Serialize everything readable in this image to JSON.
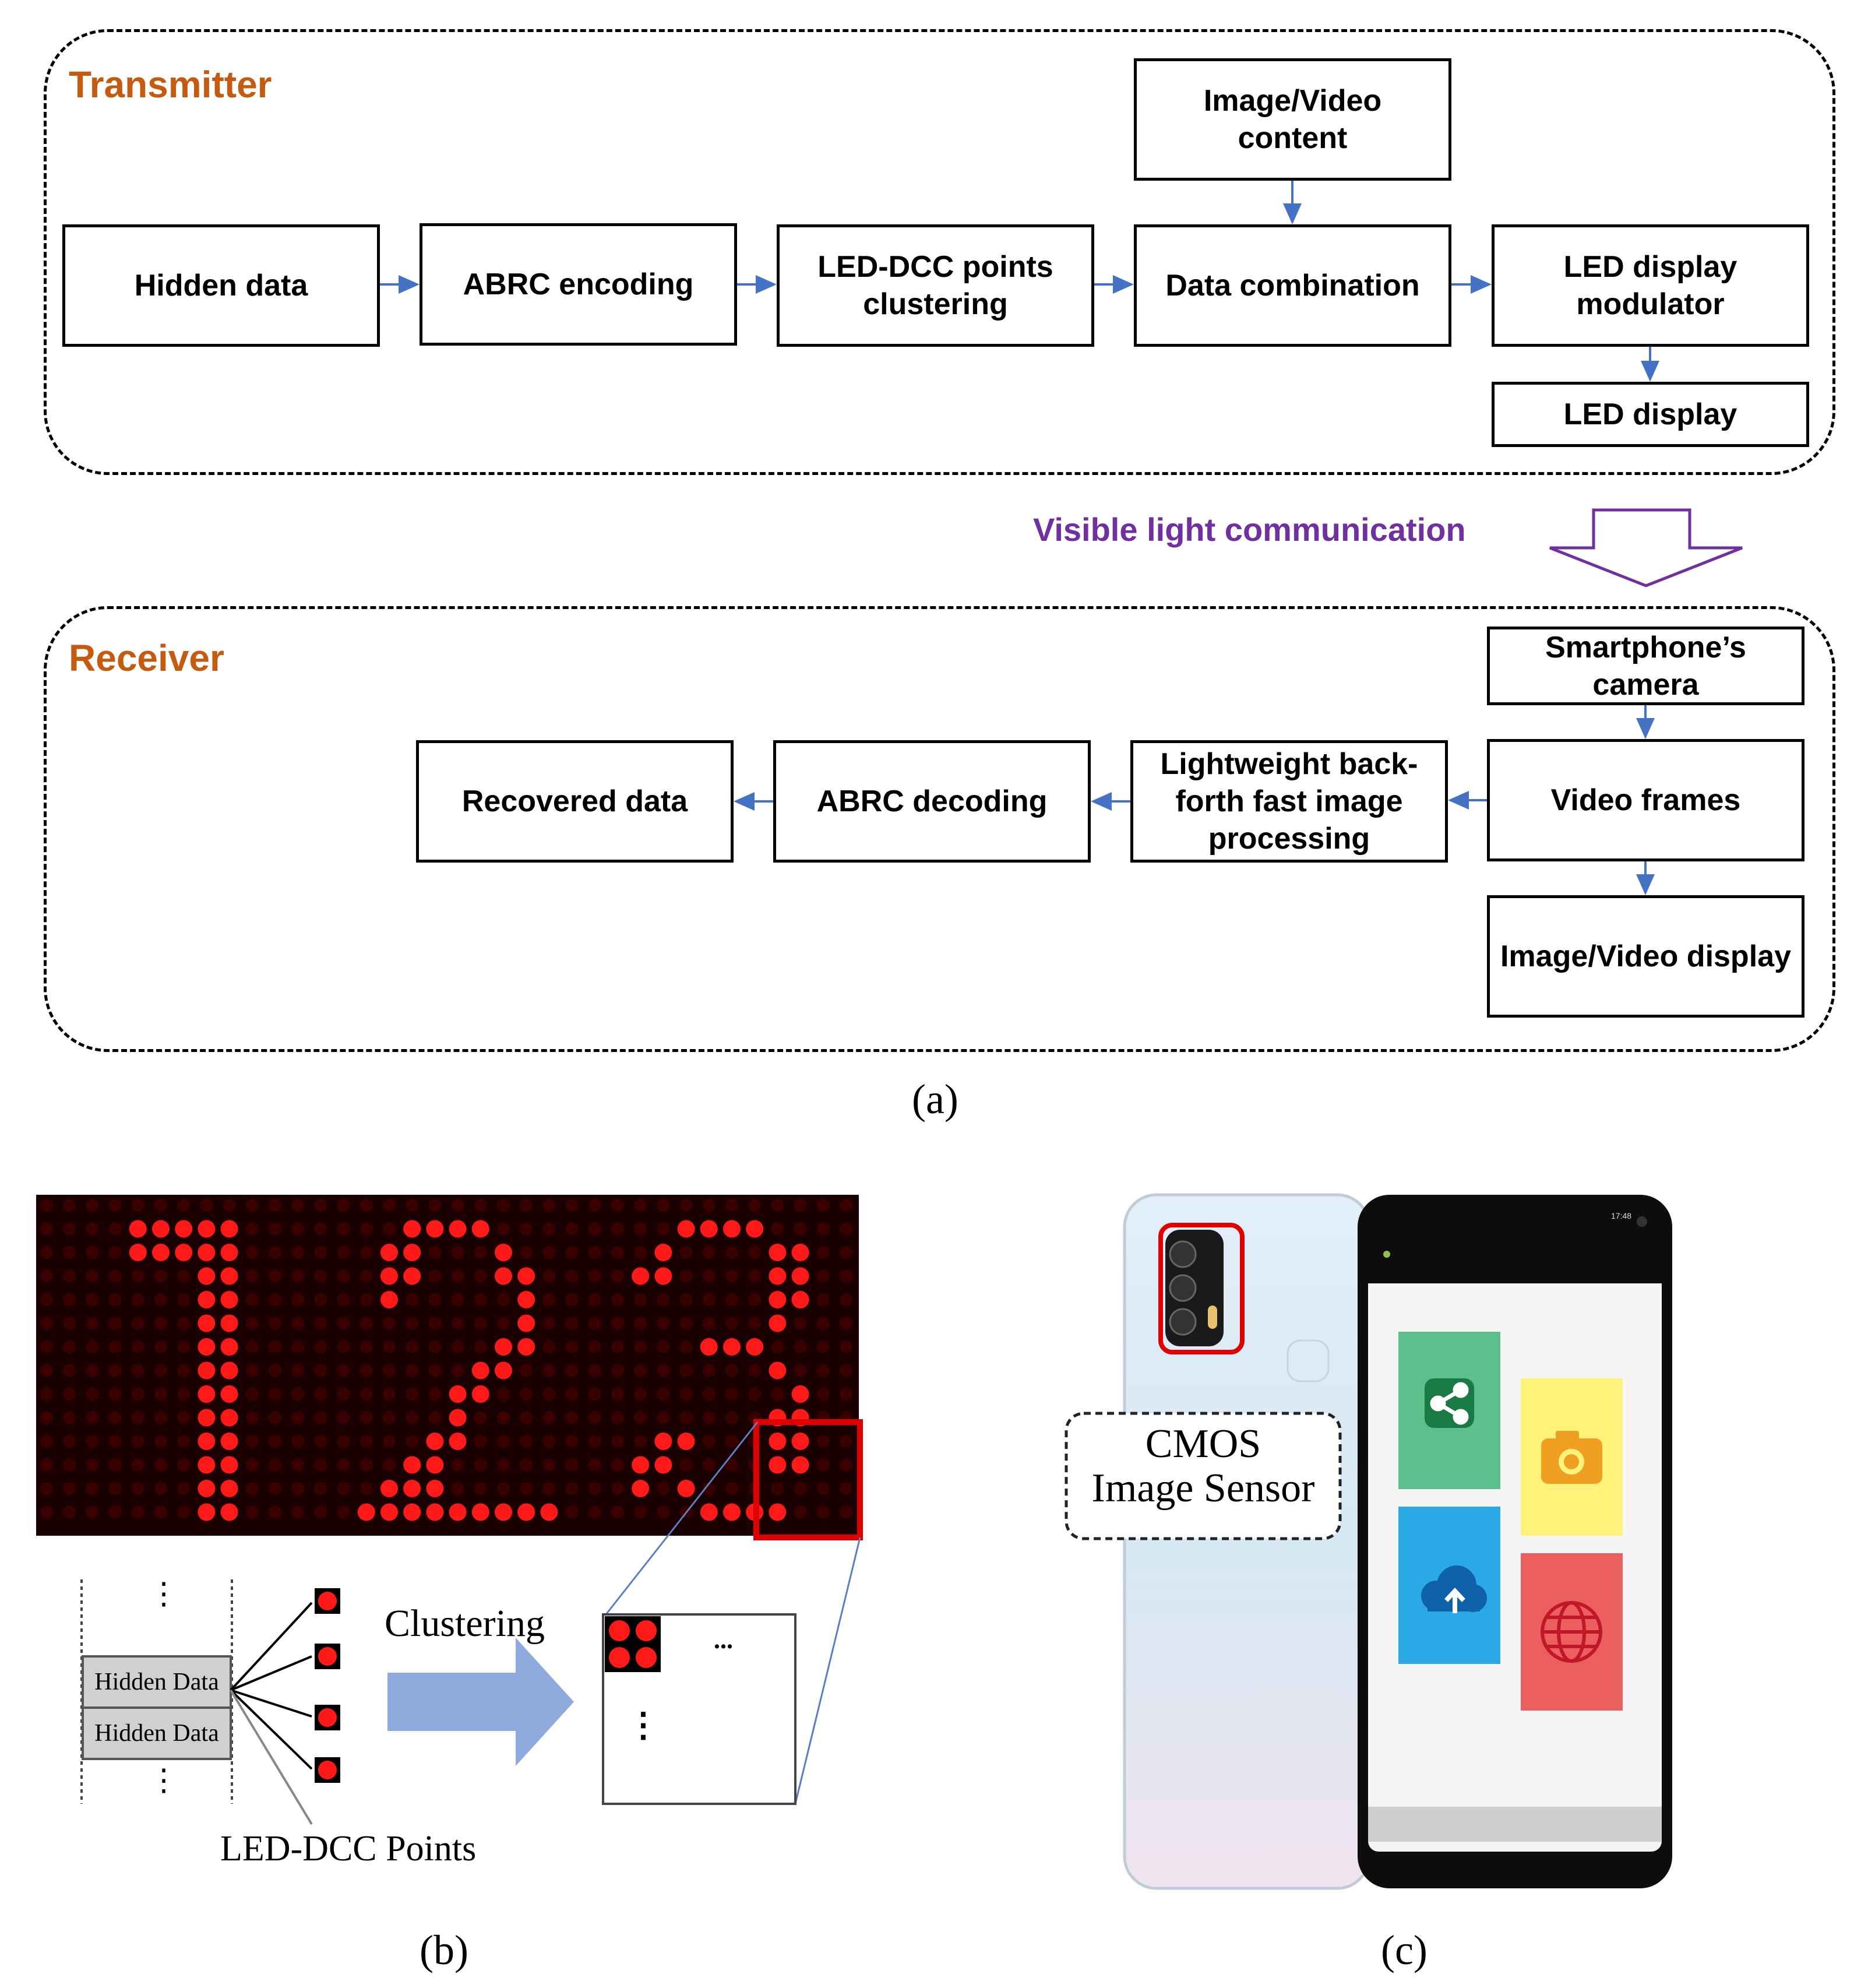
{
  "panel_a": {
    "transmitter": {
      "title": "Transmitter",
      "boxes": {
        "hidden_data": "Hidden data",
        "abrc_encoding": "ABRC encoding",
        "led_dcc_clustering": "LED-DCC points\nclustering",
        "data_combination": "Data combination",
        "image_video_content": "Image/Video\ncontent",
        "led_display_modulator": "LED display\nmodulator",
        "led_display": "LED display"
      }
    },
    "vlc_label": "Visible light communication",
    "receiver": {
      "title": "Receiver",
      "boxes": {
        "smartphone_camera": "Smartphone’s\ncamera",
        "video_frames": "Video frames",
        "image_video_display": "Image/Video display",
        "lightweight_processing": "Lightweight back-\nforth fast image\nprocessing",
        "abrc_decoding": "ABRC decoding",
        "recovered_data": "Recovered data"
      }
    },
    "caption": "(a)"
  },
  "panel_b": {
    "hidden_data_row1": "Hidden Data",
    "hidden_data_row2": "Hidden Data",
    "clustering_label": "Clustering",
    "led_dcc_points_label": "LED-DCC Points",
    "ellipsis_h": "...",
    "ellipsis_v": "⋮",
    "caption": "(b)"
  },
  "panel_c": {
    "cmos_label_line1": "CMOS",
    "cmos_label_line2": "Image Sensor",
    "status_bar": "17:48",
    "caption": "(c)"
  },
  "colors": {
    "section_title": "#c55a11",
    "vlc_label": "#7030a0",
    "arrow_blue": "#4472c4",
    "led_on": "#ff1a1a",
    "led_off": "#3a0000",
    "highlight_red": "#e00000",
    "tile_green": "#5cbf8c",
    "tile_yellow": "#fff27a",
    "tile_blue": "#2aa9e6",
    "tile_red": "#ec5f5f"
  }
}
